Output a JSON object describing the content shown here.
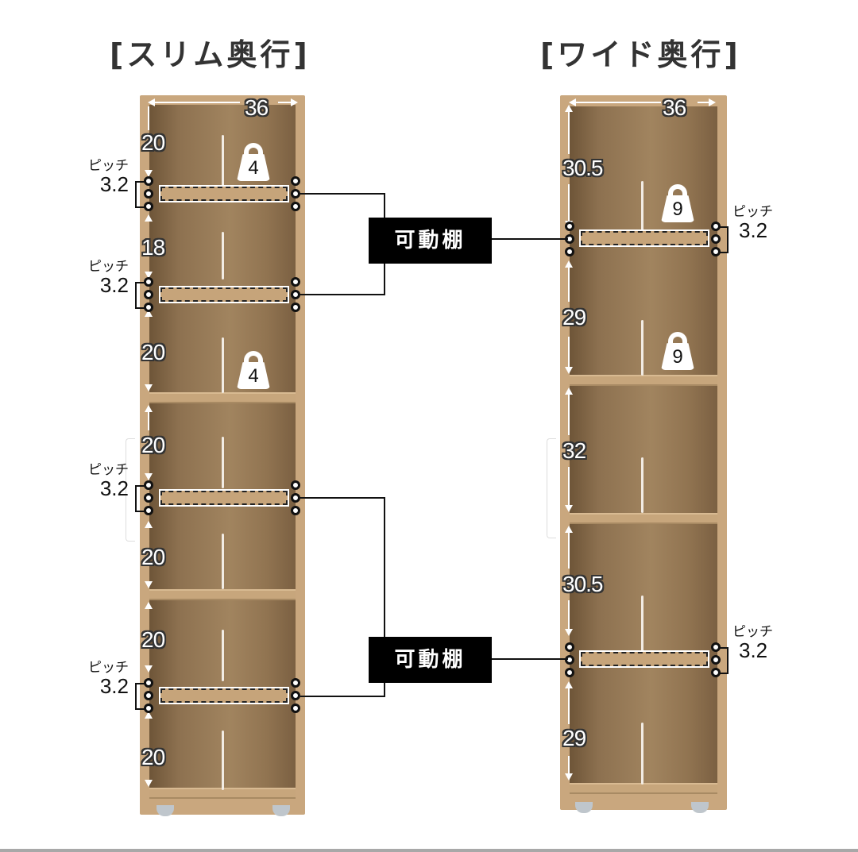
{
  "titles": {
    "slim": "[スリム奥行]",
    "wide": "[ワイド奥行]"
  },
  "callouts": {
    "top": "可動棚",
    "bottom": "可動棚"
  },
  "slim": {
    "width": "36",
    "sections": [
      "20",
      "18",
      "20",
      "20",
      "20",
      "20",
      "20"
    ],
    "pitch_label": "ピッチ",
    "pitch_value": "3.2",
    "weights": [
      "4",
      "4"
    ]
  },
  "wide": {
    "width": "36",
    "sections": [
      "30.5",
      "29",
      "32",
      "30.5",
      "29"
    ],
    "pitch_label": "ピッチ",
    "pitch_value": "3.2",
    "weights": [
      "9",
      "9"
    ]
  },
  "colors": {
    "wood_light": "#c9a77e",
    "wood_dark": "#8d7150",
    "callout_bg": "#000000",
    "text": "#333333"
  }
}
